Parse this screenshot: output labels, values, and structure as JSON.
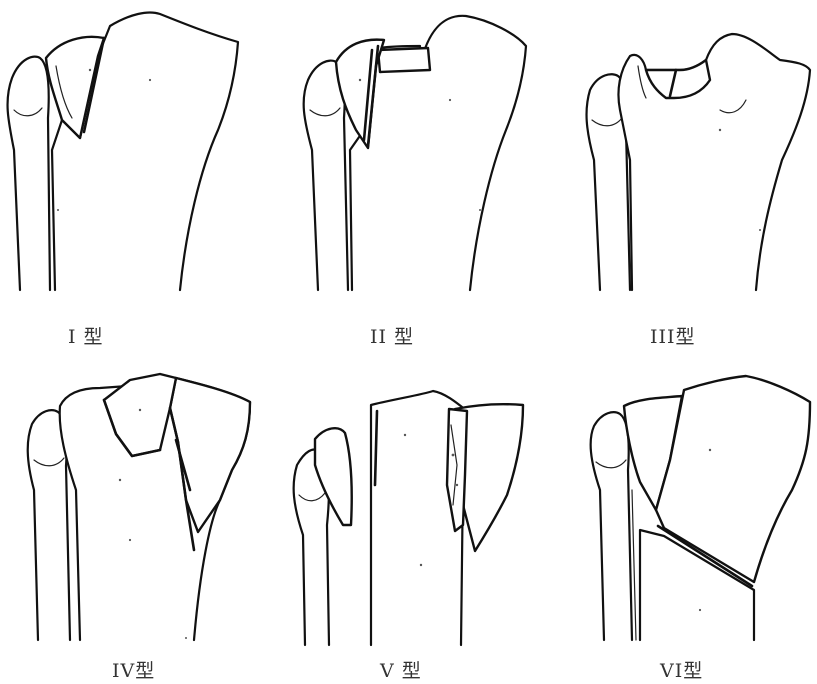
{
  "panels": [
    {
      "label": "I 型"
    },
    {
      "label": "II 型"
    },
    {
      "label": "III型"
    },
    {
      "label": "IV型"
    },
    {
      "label": "V 型"
    },
    {
      "label": "VI型"
    }
  ]
}
